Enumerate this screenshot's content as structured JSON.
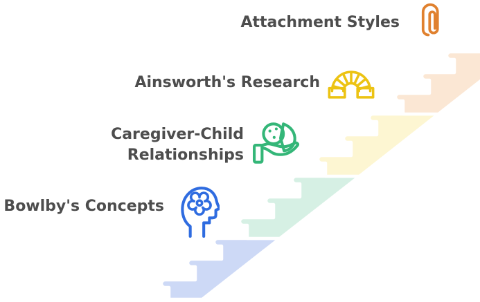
{
  "diagram": {
    "type": "staircase-infographic",
    "background": "#ffffff",
    "step_outline_color": "#ffffff",
    "text_color": "#4d4d4d",
    "steps": [
      {
        "label": "Bowlby's Concepts",
        "icon": "head-with-flower-icon",
        "icon_color": "#2f6ce0",
        "step_color": "#cdd9f6"
      },
      {
        "label": "Caregiver-Child Relationships",
        "icon": "hand-holding-baby-icon",
        "icon_color": "#34b678",
        "step_color": "#d6f0e4"
      },
      {
        "label": "Ainsworth's Research",
        "icon": "arch-toy-icon",
        "icon_color": "#ecc313",
        "step_color": "#fdf6d2"
      },
      {
        "label": "Attachment Styles",
        "icon": "paperclip-icon",
        "icon_color": "#e0812f",
        "step_color": "#fbe7d4"
      }
    ]
  }
}
